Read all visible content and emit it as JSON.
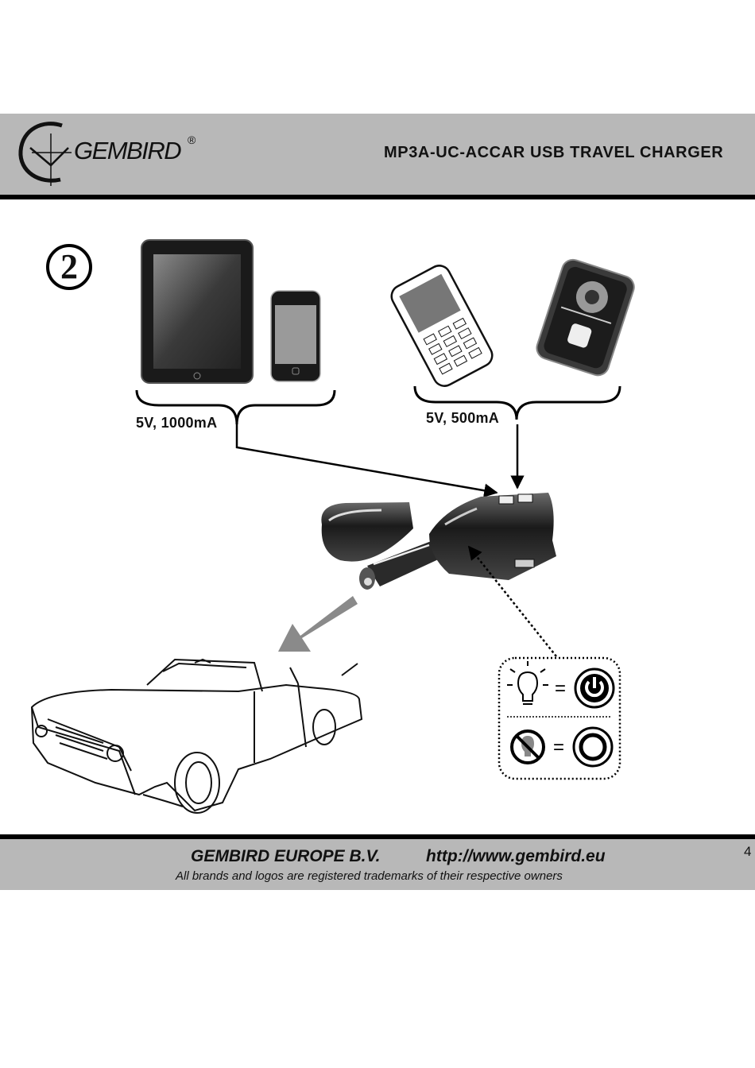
{
  "header": {
    "brand": "GEMBIRD",
    "registered_mark": "®",
    "product_title": "MP3A-UC-ACCAR USB TRAVEL CHARGER"
  },
  "step": {
    "number": "2"
  },
  "specs": {
    "left_label": "5V, 1000mA",
    "right_label": "5V, 500mA"
  },
  "indicator": {
    "equals_on": "=",
    "equals_off": "="
  },
  "footer": {
    "company": "GEMBIRD EUROPE B.V.",
    "website": "http://www.gembird.eu",
    "trademark_note": "All brands and logos are registered trademarks of their respective owners",
    "page_number": "4"
  }
}
